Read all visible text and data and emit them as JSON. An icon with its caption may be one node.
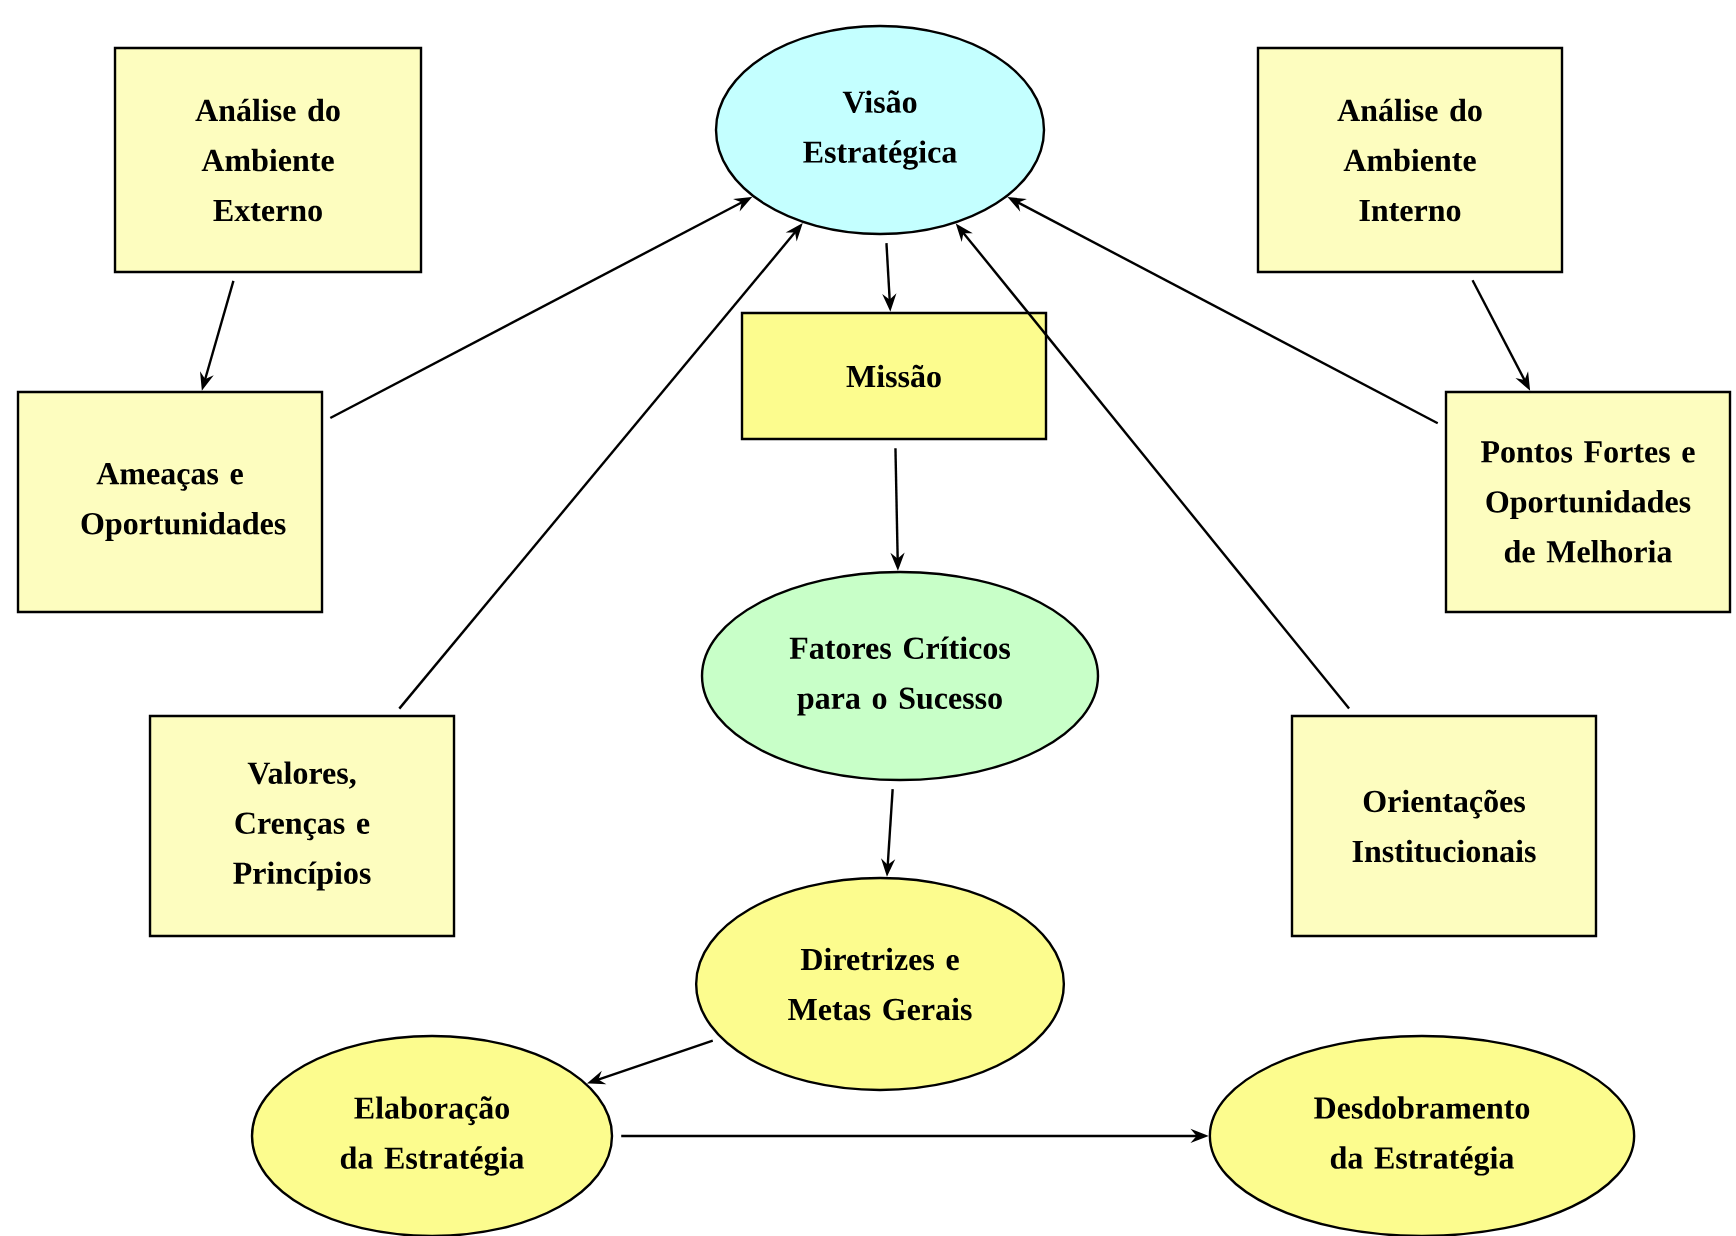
{
  "diagram": {
    "nodes": [
      {
        "text": [
          "Análise do Ambiente Externo"
        ]
      },
      {
        "text": [
          "Visão Estratégica"
        ]
      },
      {
        "text": [
          "Análise do Ambiente Interno"
        ]
      },
      {
        "text": [
          "Ameaças e Oportunidades"
        ]
      },
      {
        "text": [
          "Missão"
        ]
      },
      {
        "text": [
          "Pontos Fortes e Oportunidades de Melhoria"
        ]
      },
      {
        "text": [
          "Fatores Críticos para o Sucesso"
        ]
      },
      {
        "text": [
          "Valores, Crenças e Princípios"
        ]
      },
      {
        "text": [
          "Orientações Institucionais"
        ]
      },
      {
        "text": [
          "Diretrizes e Metas Gerais"
        ]
      },
      {
        "text": [
          "Elaboração da Estratégia"
        ]
      },
      {
        "text": [
          "Desdobramento da Estratégia"
        ]
      }
    ],
    "edges": [
      {
        "from": 0,
        "to": 3,
        "arrow": "to"
      },
      {
        "from": 3,
        "to": 1,
        "arrow": "to"
      },
      {
        "from": 7,
        "to": 1,
        "arrow": "to"
      },
      {
        "from": 1,
        "to": 4,
        "arrow": "to"
      },
      {
        "from": 2,
        "to": 5,
        "arrow": "to"
      },
      {
        "from": 5,
        "to": 1,
        "arrow": "to"
      },
      {
        "from": 8,
        "to": 1,
        "arrow": "to"
      },
      {
        "from": 4,
        "to": 6,
        "arrow": "to"
      },
      {
        "from": 6,
        "to": 9,
        "arrow": "to"
      },
      {
        "from": 9,
        "to": 10,
        "arrow": "to"
      },
      {
        "from": 10,
        "to": 11,
        "arrow": "to"
      }
    ]
  }
}
